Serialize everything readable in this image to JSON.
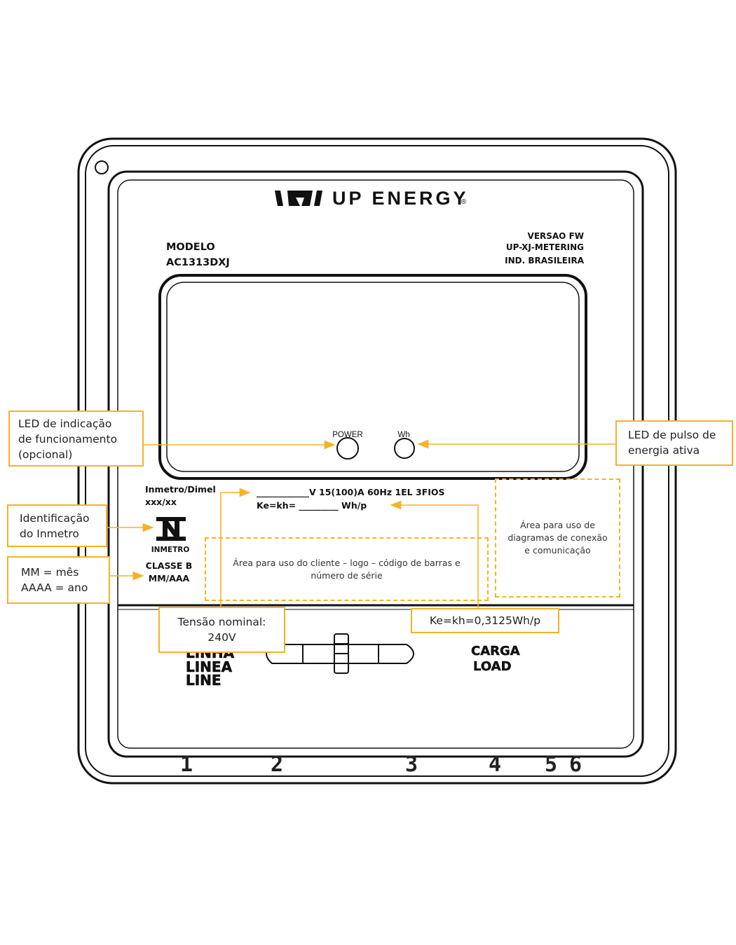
{
  "brand": {
    "logo_mark": "bolt-logo",
    "name": "UP ENERGY",
    "registered_mark": "®"
  },
  "model": {
    "label": "MODELO",
    "value": "AC1313DXJ"
  },
  "firmware": {
    "line1": "VERSAO FW",
    "line2": "UP-XJ-METERING",
    "line3": "IND. BRASILEIRA"
  },
  "leds": {
    "power_label": "POWER",
    "wh_label": "Wh"
  },
  "inmetro": {
    "dimel_label": "Inmetro/Dimel",
    "dimel_value": "xxx/xx",
    "logo_text": "INMETRO",
    "class_label": "CLASSE B",
    "date_format": "MM/AAA"
  },
  "ratings": {
    "line1": "____________V 15(100)A 60Hz 1EL 3FIOS",
    "line2": "Ke=kh= _________ Wh/p"
  },
  "areas": {
    "client": [
      "Área para uso do cliente – logo – código de barras e",
      "número de série"
    ],
    "diagram": [
      "Área para uso de",
      "diagramas de conexão",
      "e comunicação"
    ]
  },
  "callouts": {
    "led_function": [
      "LED de indicação",
      "de funcionamento",
      "(opcional)"
    ],
    "led_pulse": [
      "LED de pulso de",
      "energia ativa"
    ],
    "inmetro_id": [
      "Identificação",
      "do Inmetro"
    ],
    "date_legend": [
      "MM = mês",
      "AAAA = ano"
    ],
    "voltage": [
      "Tensão nominal:",
      "240V"
    ],
    "ke": [
      "Ke=kh=0,3125Wh/p"
    ]
  },
  "connections": {
    "line_label": [
      "LINHA",
      "LINEA",
      "LINE"
    ],
    "load_label": [
      "CARGA",
      "LOAD"
    ]
  },
  "terminals": [
    "1",
    "2",
    "3",
    "4",
    "5",
    "6"
  ],
  "colors": {
    "accent": "#f5b324",
    "outline": "#111111"
  }
}
